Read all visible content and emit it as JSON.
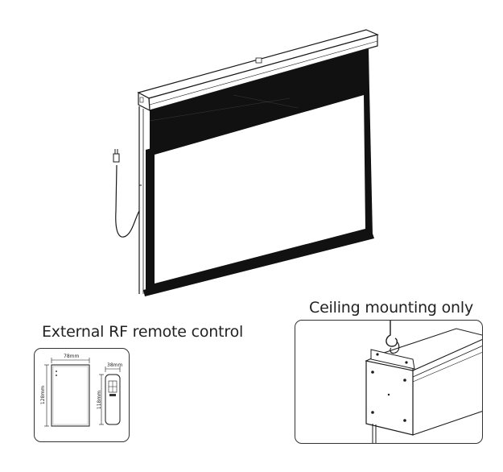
{
  "captions": {
    "remote": "External RF remote control",
    "ceiling": "Ceiling mounting only"
  },
  "remote_dimensions": {
    "transmitter_width": "78mm",
    "transmitter_height": "128mm",
    "remote_width": "38mm",
    "remote_height": "118mm"
  },
  "colors": {
    "line": "#1a1a1a",
    "screen_black": "#111111",
    "panel_border": "#333333"
  }
}
